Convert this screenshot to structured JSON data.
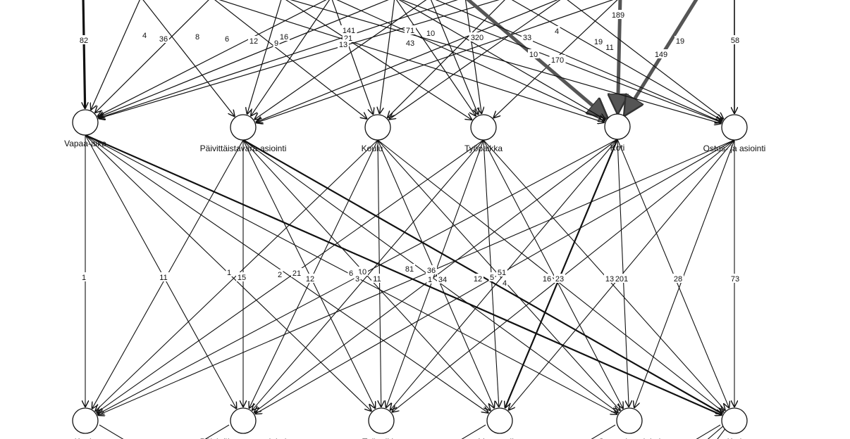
{
  "nodes": {
    "mid": [
      {
        "label": "Vapaa-aika"
      },
      {
        "label": "Päivittäistavara-asiointi"
      },
      {
        "label": "Koulu"
      },
      {
        "label": "Työpaikka"
      },
      {
        "label": "Koti"
      },
      {
        "label": "Ostos- ja asiointi"
      }
    ],
    "bottom": [
      {
        "label": "Koulu"
      },
      {
        "label": "Päivittäistavara-asiointi"
      },
      {
        "label": "Työpaikka"
      },
      {
        "label": "Vapaa-aika"
      },
      {
        "label": "Ostos- ja asiointi"
      },
      {
        "label": "Koti"
      }
    ]
  },
  "edge_labels": {
    "upper": [
      {
        "text": "82"
      },
      {
        "text": "4"
      },
      {
        "text": "36"
      },
      {
        "text": "8"
      },
      {
        "text": "6"
      },
      {
        "text": "12"
      },
      {
        "text": "9"
      },
      {
        "text": "16"
      },
      {
        "text": "141"
      },
      {
        "text": "21"
      },
      {
        "text": "13"
      },
      {
        "text": "71"
      },
      {
        "text": "10"
      },
      {
        "text": "43"
      },
      {
        "text": "320"
      },
      {
        "text": "33"
      },
      {
        "text": "4"
      },
      {
        "text": "10"
      },
      {
        "text": "170"
      },
      {
        "text": "189"
      },
      {
        "text": "19"
      },
      {
        "text": "11"
      },
      {
        "text": "149"
      },
      {
        "text": "19"
      },
      {
        "text": "58"
      }
    ],
    "lower": [
      {
        "text": "1"
      },
      {
        "text": "11"
      },
      {
        "text": "1"
      },
      {
        "text": "15"
      },
      {
        "text": "2"
      },
      {
        "text": "21"
      },
      {
        "text": "12"
      },
      {
        "text": "6"
      },
      {
        "text": "10"
      },
      {
        "text": "3"
      },
      {
        "text": "11"
      },
      {
        "text": "81"
      },
      {
        "text": "36"
      },
      {
        "text": "1"
      },
      {
        "text": "34"
      },
      {
        "text": "12"
      },
      {
        "text": "5"
      },
      {
        "text": "51"
      },
      {
        "text": "4"
      },
      {
        "text": "16"
      },
      {
        "text": "23"
      },
      {
        "text": "13"
      },
      {
        "text": "201"
      },
      {
        "text": "28"
      },
      {
        "text": "73"
      }
    ]
  }
}
